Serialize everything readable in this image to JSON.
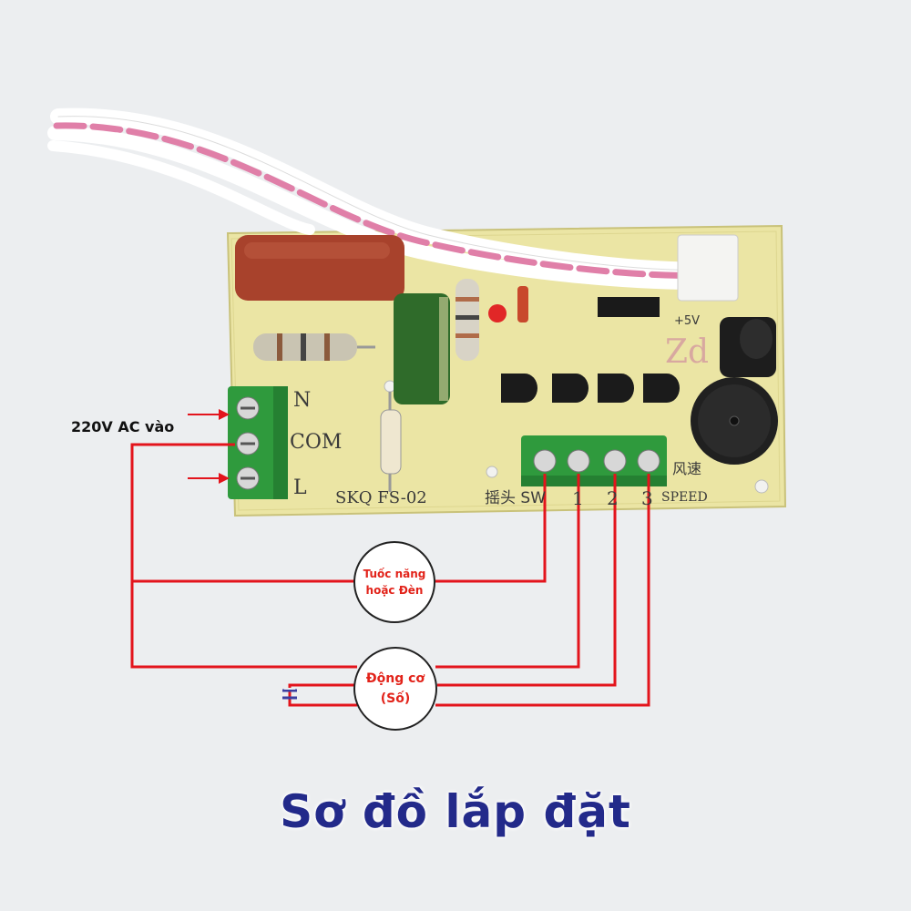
{
  "title": "Sơ đồ lắp đặt",
  "input_label": "220V AC vào",
  "loads": {
    "fan_light": {
      "line1": "Tuốc năng",
      "line2": "hoặc Đèn"
    },
    "motor": {
      "line1": "Động cơ",
      "line2": "(Số)"
    }
  },
  "board": {
    "model": "SKQ  FS-02",
    "terminal_labels": {
      "n": "N",
      "com": "COM",
      "l": "L"
    },
    "sw_label": "摇头 SW",
    "speed_nums": [
      "1",
      "2",
      "3"
    ],
    "speed_label": "风速",
    "speed_text": "SPEED",
    "voltage_label": "+5V",
    "logo": "Zd"
  },
  "colors": {
    "wire": "#e3141c",
    "terminal": "#2f9a3d",
    "pcb": "#ece6a8",
    "title": "#232a8a"
  }
}
